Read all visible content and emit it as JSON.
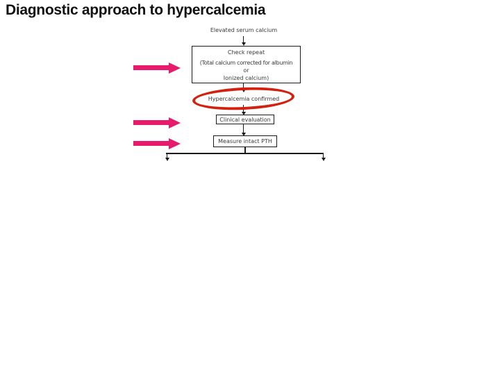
{
  "slide": {
    "title": "Diagnostic approach to hypercalcemia"
  },
  "colors": {
    "title_text": "#121212",
    "flow_line": "#1a1a1a",
    "flow_text": "#383838",
    "highlight_pink": "#e81a6b",
    "annotation_red": "#d2210f",
    "background": "#ffffff"
  },
  "flowchart": {
    "nodes": {
      "elevated": {
        "label": "Elevated serum calcium"
      },
      "check_repeat": {
        "line1": "Check repeat",
        "line2": "(Total calcium corrected for albumin",
        "line3": "or",
        "line4": "Ionized calcium)"
      },
      "confirmed": {
        "label": "Hypercalcemia confirmed"
      },
      "clinical": {
        "label": "Clinical evaluation"
      },
      "pth": {
        "label": "Measure intact PTH"
      }
    },
    "icons": {
      "annotation": "red-ellipse-annotation",
      "highlight_arrows": [
        "highlight-arrow-icon",
        "highlight-arrow-icon",
        "highlight-arrow-icon"
      ],
      "connectors": "down-arrow-icon"
    }
  }
}
